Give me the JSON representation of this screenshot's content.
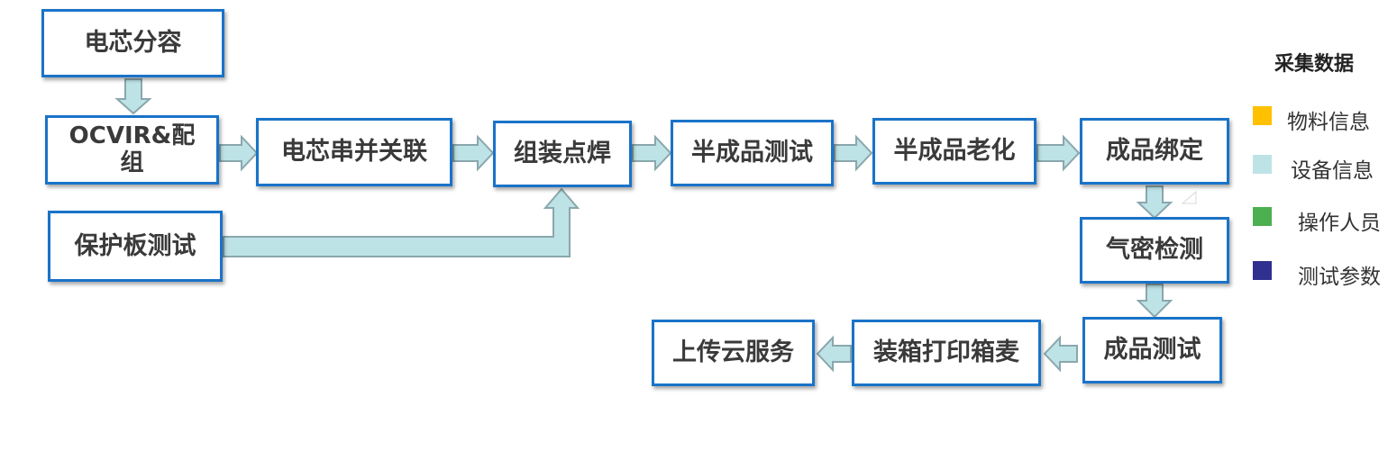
{
  "flow": {
    "cell_grading": "电芯分容",
    "ocvir_matching": "OCVIR&配组",
    "cell_series_parallel": "电芯串并关联",
    "protection_board_test": "保护板测试",
    "assembly_spot_welding": "组装点焊",
    "semi_finished_test": "半成品测试",
    "semi_finished_aging": "半成品老化",
    "finished_binding": "成品绑定",
    "air_tightness_test": "气密检测",
    "finished_test": "成品测试",
    "packing_print": "装箱打印箱麦",
    "upload_cloud": "上传云服务"
  },
  "legend": {
    "title": "采集数据",
    "items": [
      {
        "label": "物料信息",
        "color": "#ffc000"
      },
      {
        "label": "设备信息",
        "color": "#bde3e6"
      },
      {
        "label": "操作人员",
        "color": "#4caf50"
      },
      {
        "label": "测试参数",
        "color": "#303090"
      }
    ]
  },
  "colors": {
    "box_border": "#1a73c8",
    "arrow_fill": "#bde3e6",
    "arrow_stroke": "#8aa7ad",
    "text": "#3a3a3a"
  }
}
